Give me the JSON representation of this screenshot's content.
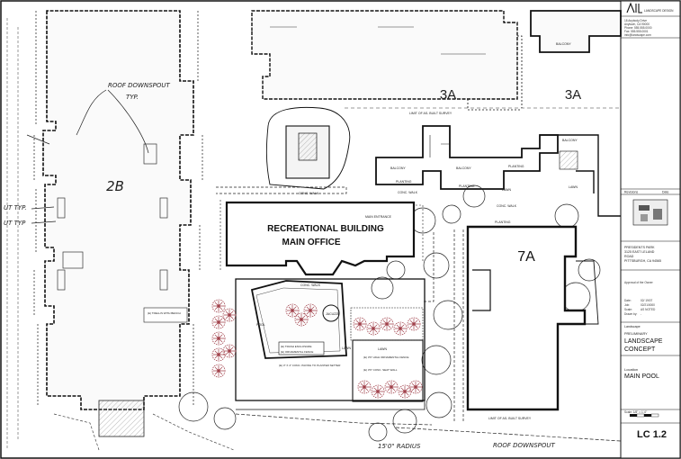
{
  "plan": {
    "buildings": {
      "b2b": "2B",
      "b3a_upper": "3A",
      "b3a_lower": "3A",
      "b7a": "7A",
      "recreational_line1": "RECREATIONAL BUILDING",
      "recreational_line2": "MAIN OFFICE"
    },
    "handwritten": {
      "roof_downspout_line1": "ROOF DOWNSPOUT",
      "roof_downspout_line2": "TYP.",
      "ut_typ": "UT TYP.",
      "ut_typ_2": "UT TYP",
      "radius": "15'0\" RADIUS",
      "roof_downspout_bottom": "ROOF DOWNSPOUT"
    },
    "labels": {
      "balcony_top": "BALCONY",
      "balcony_1": "BALCONY",
      "balcony_2": "BALCONY",
      "balcony_3": "BALCONY",
      "planting_1": "PLANTING",
      "planting_2": "PLANTING",
      "planting_3": "PLANTING",
      "planting_4": "PLANTING",
      "lawn_1": "LAWN",
      "lawn_2": "LAWN",
      "lawn_3": "LAWN",
      "lawn_4": "LAWN",
      "pool": "POOL",
      "jacuzzi": "JACUZZI",
      "conc_walk_1": "CONC. WALK",
      "conc_walk_2": "CONC. WALK",
      "conc_walk_3": "CONC. WALK",
      "conc_walk_4": "CONC. WALK",
      "main_entrance": "MAIN ENTRANCE",
      "limit_survey_1": "LIMIT OF AS- BUILT SURVEY",
      "limit_survey_2": "LIMIT OF AS- BUILT SURVEY",
      "note_1": "(E) TRELLIS WITH BENCH",
      "note_2": "(E) TRASH ENCLOSURE",
      "note_3": "(E) ORNAMENTAL FENCE",
      "note_4": "(E) 3\" X 4\" CONC. PAVING TO PLANTER SETTER",
      "note_5": "(E) 3'6\" HIGH ORNAMENTAL FENCE",
      "note_6": "(E) 3'6\" CONC. SEAT WALL"
    }
  },
  "title_block": {
    "firm_name": "LANDSCAPE DESIGN",
    "firm_address_1": "18 Anybody Drive",
    "firm_address_2": "Anytown, CA 90000",
    "firm_phone": "Phone: 555.555.0000",
    "firm_fax": "Fax: 555.555.0001",
    "firm_email": "info@landscape.com",
    "revisions_label": "Revisions",
    "date_label": "Date",
    "project_name": "PRESIDENTS PARK",
    "project_address_1": "3125 EAST LELAND",
    "project_address_2": "ROAD",
    "project_address_3": "PITTSBURGH, CA 94565",
    "approval_label": "Approval of the Owner",
    "date_field": "Date:",
    "job_field": "Job:",
    "scale_field": "Scale:",
    "drawn_field": "Drawn by:",
    "date_value": "02/ 19/07",
    "job_value": "02/21/0000",
    "scale_value": "AS NOTED",
    "drawn_value": "-",
    "phase_label": "Landscape",
    "phase_status": "PRELIMINARY",
    "drawing_title_1": "LANDSCAPE",
    "drawing_title_2": "CONCEPT",
    "location_label": "Location",
    "location_value": "MAIN POOL",
    "scale_bar_label": "Scale: 1/8\" = 1'-0\"",
    "sheet_number": "LC 1.2"
  },
  "colors": {
    "ink": "#111111",
    "tree_canopy": "#a0404a",
    "paper": "#ffffff"
  }
}
